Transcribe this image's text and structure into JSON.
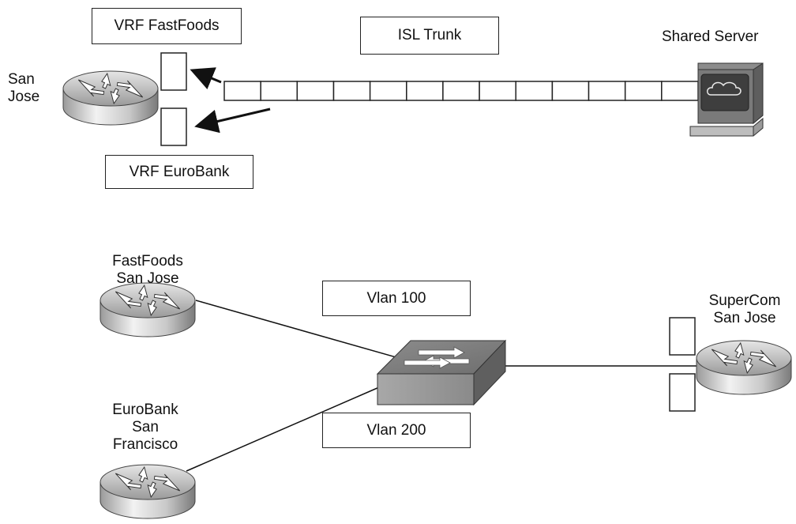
{
  "top": {
    "site_label": [
      "San",
      "Jose"
    ],
    "vrf_fastfoods": "VRF FastFoods",
    "vrf_eurobank": "VRF EuroBank",
    "trunk_label": "ISL Trunk",
    "server_label": "Shared Server"
  },
  "bottom": {
    "fastfoods_router_label": [
      "FastFoods",
      "San Jose"
    ],
    "eurobank_router_label": [
      "EuroBank",
      "San",
      "Francisco"
    ],
    "supercom_router_label": [
      "SuperCom",
      "San Jose"
    ],
    "vlan_100": "Vlan 100",
    "vlan_200": "Vlan 200"
  }
}
